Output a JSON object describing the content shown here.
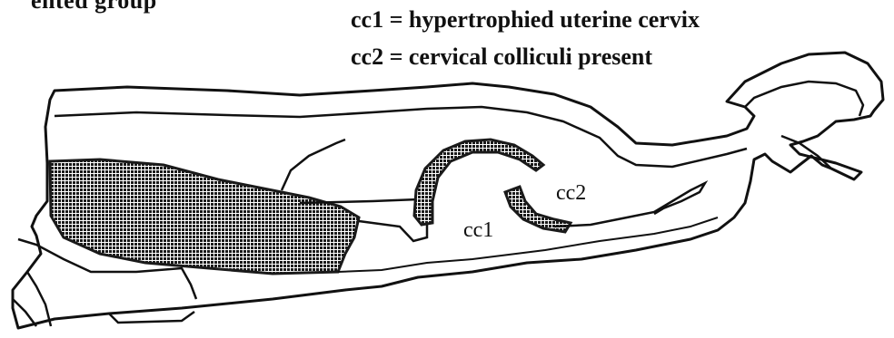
{
  "heading_fragment": "ented group",
  "legend": {
    "line_1": "cc1 = hypertrophied uterine cervix",
    "line_2": "cc2 = cervical colliculi present"
  },
  "labels": {
    "cc1": "cc1",
    "cc2": "cc2"
  },
  "colors": {
    "ink": "#111111",
    "shading": "#1a1a1a",
    "background": "#ffffff"
  }
}
